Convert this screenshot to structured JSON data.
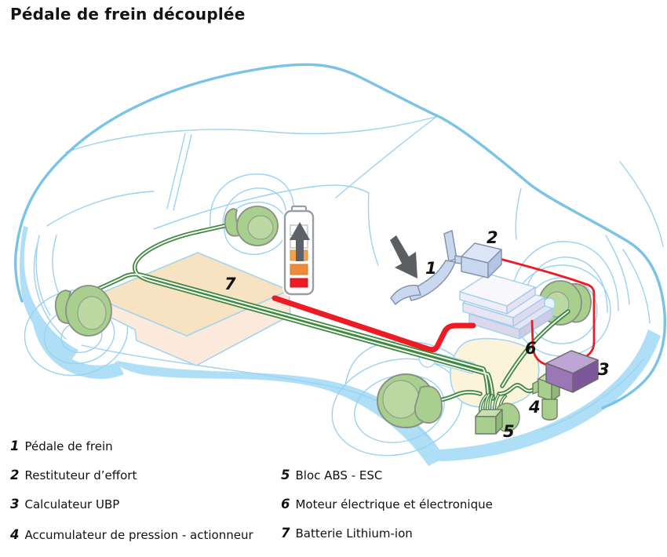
{
  "title": "Pédale de frein découplée",
  "callouts": [
    "1",
    "2",
    "3",
    "4",
    "5",
    "6",
    "7"
  ],
  "legend": {
    "items": [
      {
        "num": "1",
        "label": "Pédale de frein"
      },
      {
        "num": "2",
        "label": "Restituteur d’effort"
      },
      {
        "num": "3",
        "label": "Calculateur UBP"
      },
      {
        "num": "4",
        "label": "Accumulateur de pression - actionneur"
      },
      {
        "num": "5",
        "label": "Bloc ABS - ESC"
      },
      {
        "num": "6",
        "label": "Moteur électrique et électronique"
      },
      {
        "num": "7",
        "label": "Batterie Lithium-ion"
      }
    ]
  },
  "colors": {
    "car_outline": "#79C3E8",
    "car_thin_lines": "#9AD2F0",
    "car_shadow_fill": "#AEDFF6",
    "cable_green": "#3E8640",
    "cable_core": "#F2F8F0",
    "cable_red": "#ED1C24",
    "battery_pack_top": "#F7E3C1",
    "battery_pack_side": "#FBE9DC",
    "brake_component_green": "#A9CF8F",
    "ubp_purple": "#9C77B8",
    "pedal_blue": "#C9D8EF",
    "arrow_gray": "#5B5F64",
    "gauge_orange_1": "#F4A34B",
    "gauge_orange_2": "#EE8B3A",
    "gauge_red": "#EE1B24"
  },
  "icons": [
    "battery-gauge-icon",
    "up-arrow-icon",
    "press-arrow-icon"
  ]
}
